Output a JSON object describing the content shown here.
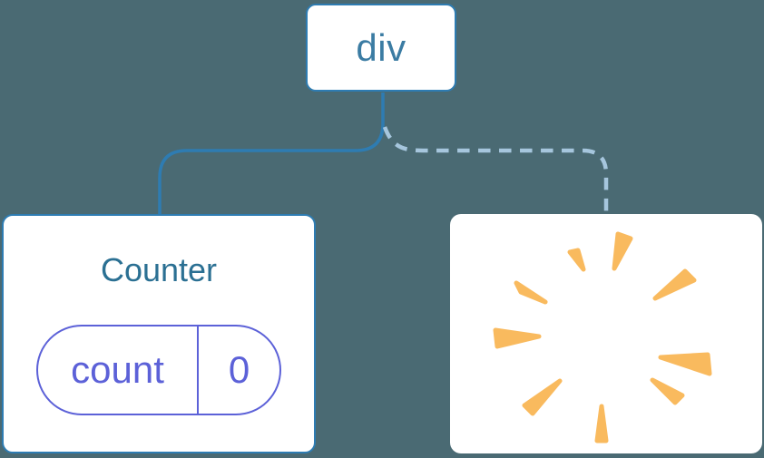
{
  "colors": {
    "canvas-bg": "#4a6a73",
    "card-bg": "#ffffff",
    "blue": "#2e7cb2",
    "div-label": "#3b7ca3",
    "counter-title": "#2b7093",
    "indigo": "#5c61d8",
    "dashed": "#a6c6dd",
    "poof": "#f9ba5e"
  },
  "diagram": {
    "root_node": {
      "label": "div"
    },
    "counter_card": {
      "title": "Counter",
      "state_pill": {
        "key": "count",
        "value": "0"
      }
    },
    "removed_card": {
      "icon": "poof-explosion"
    },
    "edges": [
      {
        "from": "div",
        "to": "Counter",
        "style": "solid"
      },
      {
        "from": "div",
        "to": "removed-card",
        "style": "dashed"
      }
    ]
  }
}
